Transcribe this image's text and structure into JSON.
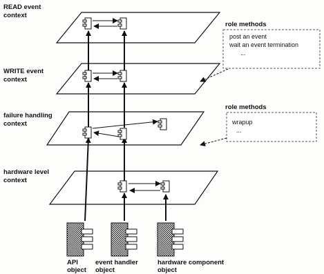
{
  "contexts": {
    "read": [
      "READ event",
      "context"
    ],
    "write": [
      "WRITE event",
      "context"
    ],
    "failure": [
      "failure handling",
      "context"
    ],
    "hardware": [
      "hardware level",
      "context"
    ]
  },
  "role_methods_top": {
    "title": "role methods",
    "items": [
      "post an event",
      "wait an event termination",
      "..."
    ]
  },
  "role_methods_mid": {
    "title": "role methods",
    "items": [
      "wrapup",
      "..."
    ]
  },
  "objects": {
    "api": [
      "API",
      "object"
    ],
    "event_handler": [
      "event handler",
      "object"
    ],
    "hardware_component": [
      "hardware component",
      "object"
    ]
  }
}
